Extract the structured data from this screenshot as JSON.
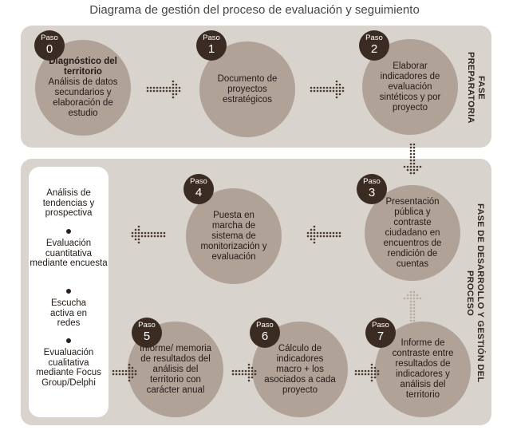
{
  "title": "Diagrama de gestión del proceso de evaluación y seguimiento",
  "phases": {
    "prep": "FASE PREPARATORIA",
    "dev": "FASE DE DESARROLLO Y GESTIÓN DEL PROCESO"
  },
  "steps": [
    {
      "label": "Paso",
      "num": "0",
      "bold": "Diagnóstico del territorio",
      "text": "Análisis de datos secundarios y elaboración de estudio"
    },
    {
      "label": "Paso",
      "num": "1",
      "bold": "",
      "text": "Documento de proyectos estratégicos"
    },
    {
      "label": "Paso",
      "num": "2",
      "bold": "",
      "text": "Elaborar indicadores de evaluación sintéticos y por proyecto"
    },
    {
      "label": "Paso",
      "num": "3",
      "bold": "",
      "text": "Presentación pública y contraste ciudadano en encuentros de rendición de cuentas"
    },
    {
      "label": "Paso",
      "num": "4",
      "bold": "",
      "text": "Puesta en marcha de sistema de monitorización y evaluación"
    },
    {
      "label": "Paso",
      "num": "5",
      "bold": "",
      "text": "Informe/ memoria de resultados del análisis del territorio con carácter anual"
    },
    {
      "label": "Paso",
      "num": "6",
      "bold": "",
      "text": "Cálculo de indicadores macro + los asociados a cada proyecto"
    },
    {
      "label": "Paso",
      "num": "7",
      "bold": "",
      "text": "Informe de contraste entre resultados de indicadores y análisis del territorio"
    }
  ],
  "side_items": [
    "Análisis de tendencias y prospectiva",
    "Evaluación cuantitativa mediante encuesta",
    "Escucha activa en redes",
    "Evualuación cualitativa mediante Focus Group/Delphi"
  ],
  "colors": {
    "panel": "#d9d3cd",
    "circle": "#b0a297",
    "badge": "#3a2b23",
    "arrow_dark": "#4a3a30",
    "arrow_light": "#b9aca2"
  }
}
